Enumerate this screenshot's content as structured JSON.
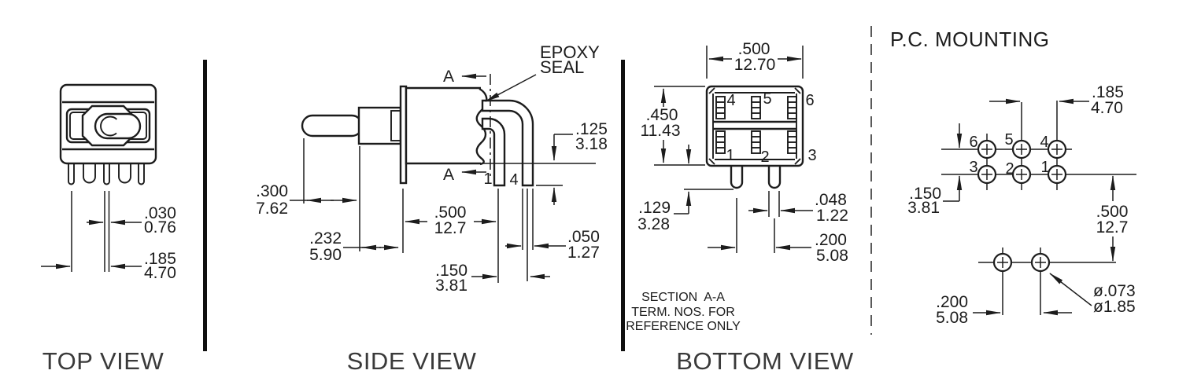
{
  "colors": {
    "line": "#1c1c1c",
    "title_text": "#3a3a3a",
    "background": "#ffffff"
  },
  "top_view": {
    "title": "TOP VIEW",
    "dim_pin_width": {
      "in": ".030",
      "mm": "0.76"
    },
    "dim_pin_spacing": {
      "in": ".185",
      "mm": "4.70"
    }
  },
  "side_view": {
    "title": "SIDE VIEW",
    "epoxy_seal": {
      "line1": "EPOXY",
      "line2": "SEAL"
    },
    "section_marker": "A",
    "terminal_labels": {
      "t1": "1",
      "t4": "4"
    },
    "dim_lever": {
      "in": ".300",
      "mm": "7.62"
    },
    "dim_bushing": {
      "in": ".232",
      "mm": "5.90"
    },
    "dim_body": {
      "in": ".500",
      "mm": "12.7"
    },
    "dim_terminal_pitch": {
      "in": ".150",
      "mm": "3.81"
    },
    "dim_terminal_drop": {
      "in": ".125",
      "mm": "3.18"
    },
    "dim_terminal_width": {
      "in": ".050",
      "mm": "1.27"
    }
  },
  "bottom_view": {
    "title": "BOTTOM VIEW",
    "dim_width": {
      "in": ".500",
      "mm": "12.70"
    },
    "dim_height": {
      "in": ".450",
      "mm": "11.43"
    },
    "dim_pin_length": {
      "in": ".129",
      "mm": "3.28"
    },
    "dim_pin_width": {
      "in": ".048",
      "mm": "1.22"
    },
    "dim_pin_pitch": {
      "in": ".200",
      "mm": "5.08"
    },
    "terminals": [
      "4",
      "5",
      "6",
      "1",
      "2",
      "3"
    ],
    "note": {
      "line1": "SECTION  A-A",
      "line2": "TERM. NOS. FOR",
      "line3": "REFERENCE ONLY"
    }
  },
  "pc_mounting": {
    "title": "P.C. MOUNTING",
    "dim_col_pitch": {
      "in": ".185",
      "mm": "4.70"
    },
    "dim_row_pitch": {
      "in": ".150",
      "mm": "3.81"
    },
    "dim_mount_offset": {
      "in": ".500",
      "mm": "12.7"
    },
    "dim_mount_pitch": {
      "in": ".200",
      "mm": "5.08"
    },
    "dim_hole_dia": {
      "in": "ø.073",
      "mm": "ø1.85"
    },
    "holes": [
      "6",
      "5",
      "4",
      "3",
      "2",
      "1"
    ]
  }
}
